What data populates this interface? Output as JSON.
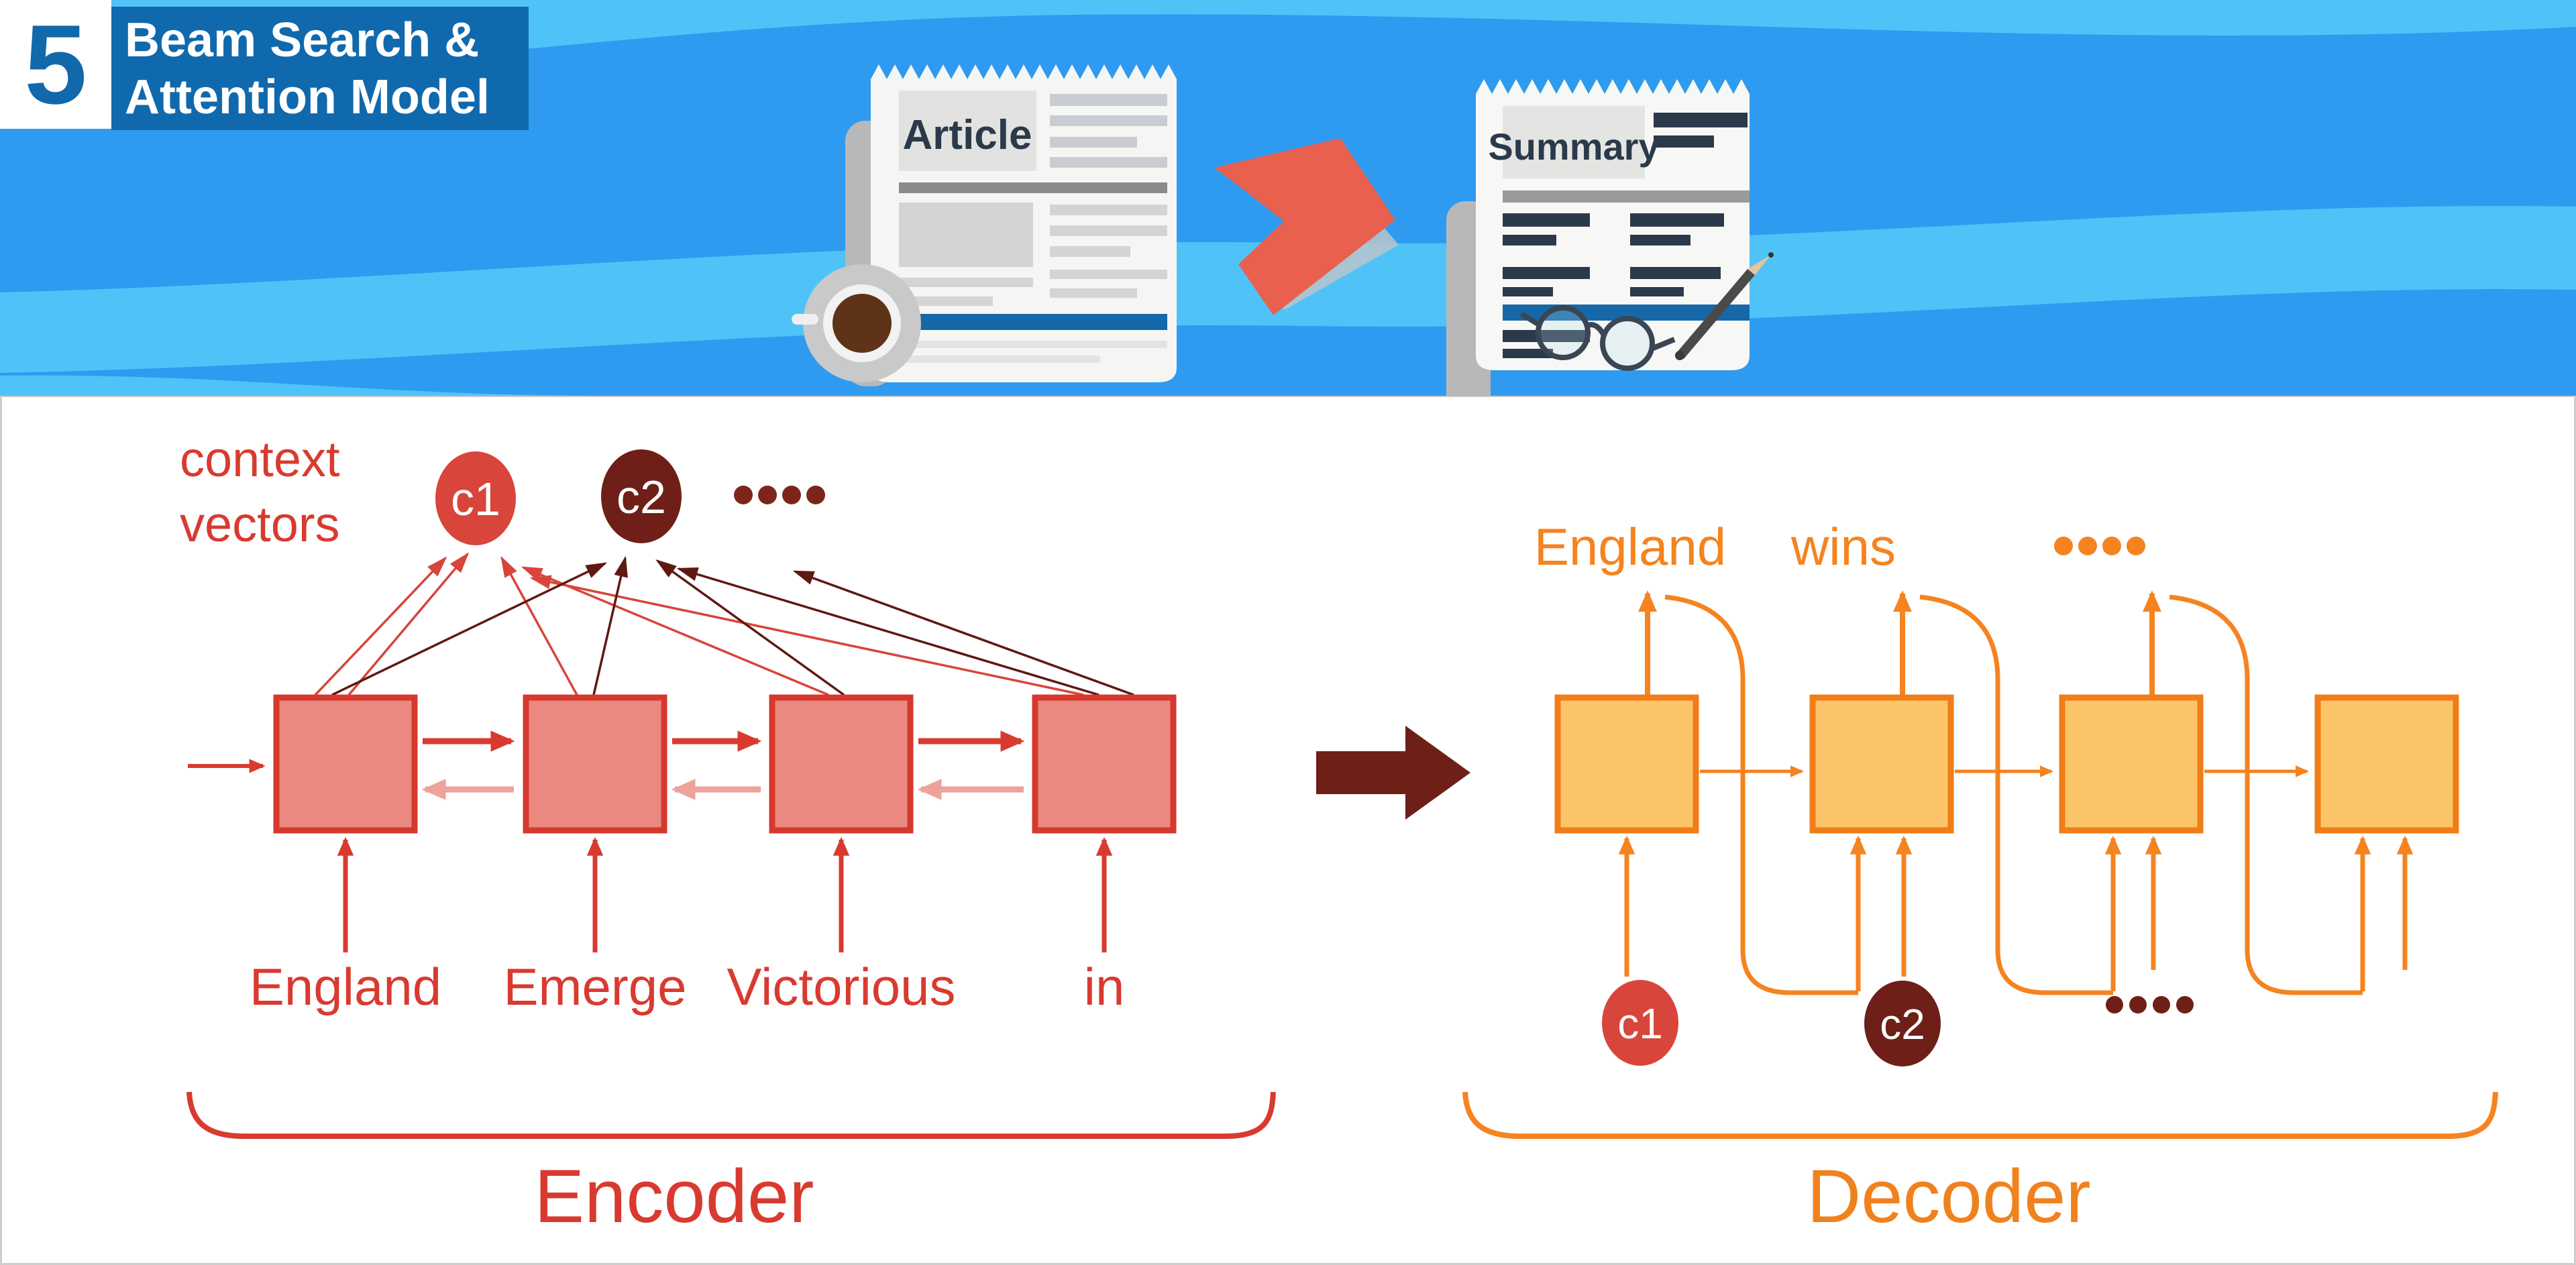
{
  "banner": {
    "section_number": "5",
    "title_line1": "Beam Search &",
    "title_line2": "Attention Model",
    "article_label": "Article",
    "summary_label": "Summary"
  },
  "encoder": {
    "context_label_line1": "context",
    "context_label_line2": "vectors",
    "context_vector_1": "c1",
    "context_vector_2": "c2",
    "inputs": [
      "England",
      "Emerge",
      "Victorious",
      "in"
    ],
    "label": "Encoder"
  },
  "decoder": {
    "outputs": [
      "England",
      "wins"
    ],
    "context_vector_1": "c1",
    "context_vector_2": "c2",
    "label": "Decoder"
  },
  "colors": {
    "banner_bg": "#2E9BF0",
    "banner_stripe": "#4FC3F8",
    "title_bg": "#1069AD",
    "number_blue": "#1168AB",
    "encoder_red": "#D93A30",
    "encoder_block_fill": "#E9897F",
    "encoder_block_border": "#D6382E",
    "back_arrow_pink": "#EDA29B",
    "c1_red": "#D8453A",
    "c2_maroon": "#6E1F17",
    "attention_maroon": "#5E1A12",
    "transfer_arrow": "#6E1F17",
    "decoder_orange": "#F5831F",
    "decoder_block_fill": "#FBC468",
    "decoder_block_border": "#F07D17",
    "doc_blue_bar": "#1668A8"
  }
}
